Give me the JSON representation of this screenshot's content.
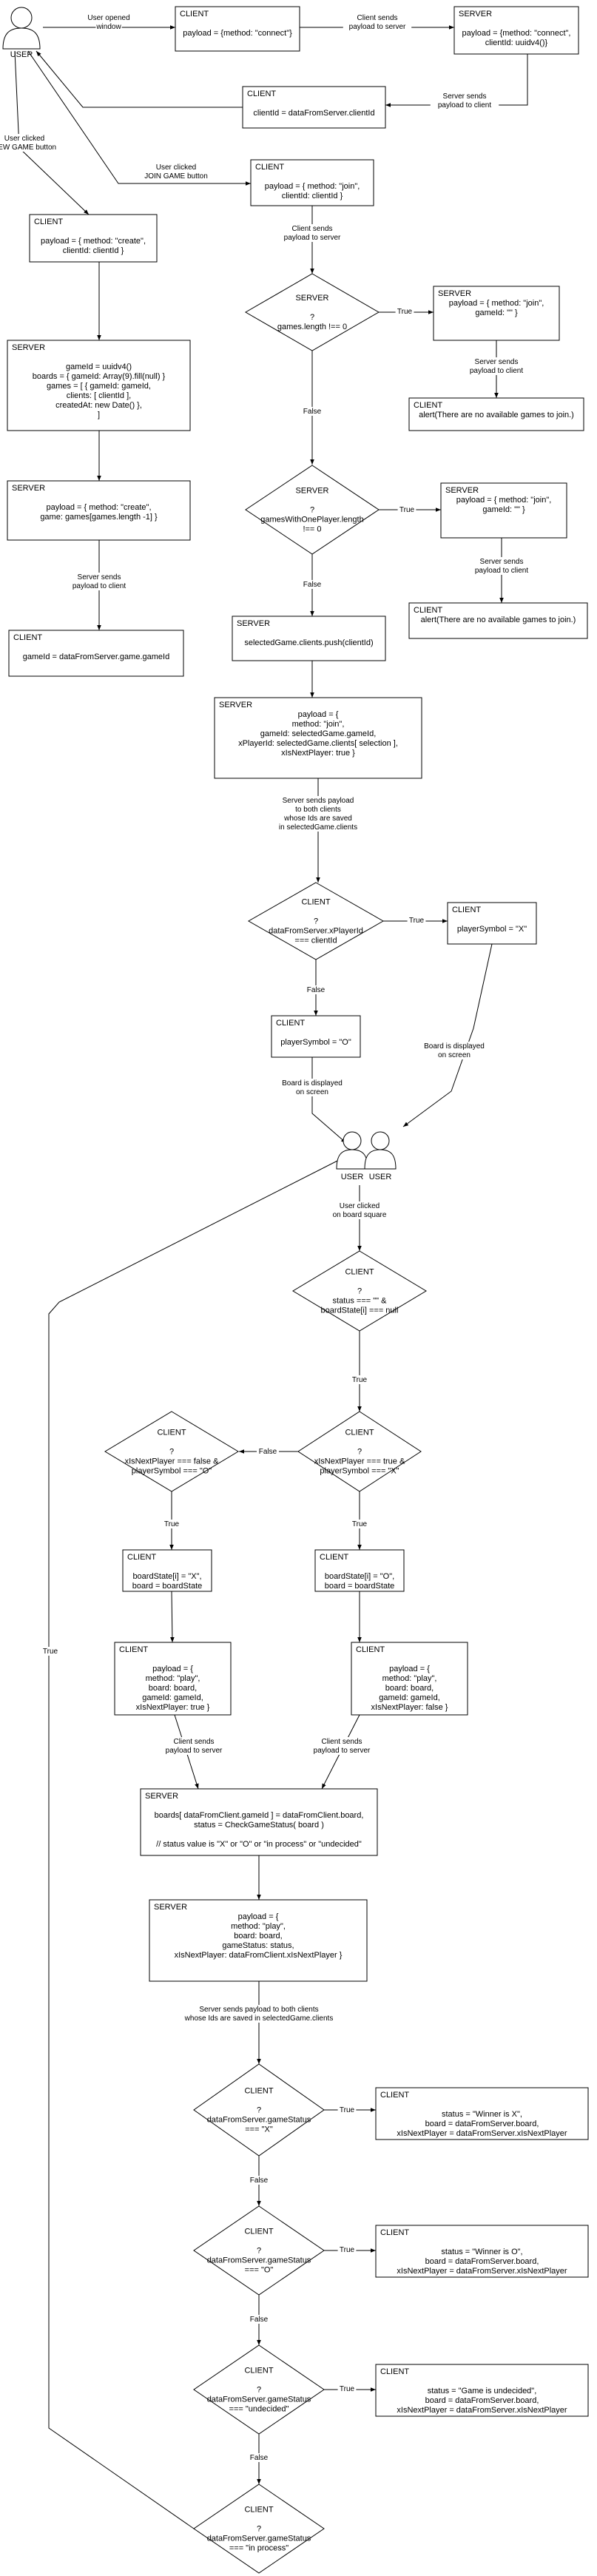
{
  "actors": {
    "top": "USER",
    "bottom_left": "USER",
    "bottom_right": "USER"
  },
  "nodes": {
    "client_connect": [
      "CLIENT",
      "",
      "payload = {method: \"connect\"}"
    ],
    "server_connect": [
      "SERVER",
      "",
      "payload = {method: \"connect\",",
      "clientId: uuidv4()}"
    ],
    "client_clientid": [
      "CLIENT",
      "",
      "clientId = dataFromServer.clientId"
    ],
    "client_join": [
      "CLIENT",
      "",
      "payload = { method: \"join\",",
      "clientId: clientId }"
    ],
    "server_games_len": [
      "SERVER",
      "",
      "?",
      "games.length !== 0"
    ],
    "server_join_empty1": [
      "SERVER",
      "payload = { method: \"join\",",
      "gameId: \"\" }"
    ],
    "client_alert1": [
      "CLIENT",
      "alert(There are no available games to join.)"
    ],
    "client_create": [
      "CLIENT",
      "",
      "payload = { method: \"create\",",
      "clientId: clientId }"
    ],
    "server_new_game": [
      "SERVER",
      "",
      "gameId = uuidv4()",
      "boards = { gameId: Array(9).fill(null) }",
      "games = [ { gameId: gameId,",
      "clients: [ clientId ],",
      "createdAt: new Date() },",
      "]"
    ],
    "server_create_payload": [
      "SERVER",
      "",
      "payload = { method: \"create\",",
      "game: games[games.length -1] }"
    ],
    "client_gameid": [
      "CLIENT",
      "",
      "gameId = dataFromServer.game.gameId"
    ],
    "server_one_player": [
      "SERVER",
      "",
      "?",
      "gamesWithOnePlayer.length",
      "!== 0"
    ],
    "server_join_empty2": [
      "SERVER",
      "payload = { method: \"join\",",
      "gameId: \"\" }"
    ],
    "client_alert2": [
      "CLIENT",
      "alert(There are no available games to join.)"
    ],
    "server_push": [
      "SERVER",
      "",
      "selectedGame.clients.push(clientId)"
    ],
    "server_join_payload": [
      "SERVER",
      "payload = {",
      "method: \"join\",",
      "gameId: selectedGame.gameId,",
      "xPlayerId: selectedGame.clients[ selection ],",
      "xIsNextPlayer: true }"
    ],
    "client_xplayer": [
      "CLIENT",
      "",
      "?",
      "dataFromServer.xPlayerId",
      "=== clientId"
    ],
    "client_symbol_x": [
      "CLIENT",
      "",
      "playerSymbol = \"X\""
    ],
    "client_symbol_o": [
      "CLIENT",
      "",
      "playerSymbol = \"O\""
    ],
    "client_status_empty": [
      "CLIENT",
      "",
      "?",
      "status === \"\" &",
      "boardState[i] === null"
    ],
    "client_x_next": [
      "CLIENT",
      "",
      "?",
      "xIsNextPlayer === true &",
      "playerSymbol === \"X\""
    ],
    "client_o_next": [
      "CLIENT",
      "",
      "?",
      "xIsNextPlayer === false &",
      "playerSymbol === \"O\""
    ],
    "client_board_x": [
      "CLIENT",
      "",
      "boardState[i] = \"X\",",
      "board = boardState"
    ],
    "client_board_o": [
      "CLIENT",
      "",
      "boardState[i] = \"O\",",
      "board = boardState"
    ],
    "client_play_true": [
      "CLIENT",
      "",
      "payload = {",
      "method: \"play\",",
      "board: board,",
      "gameId: gameId,",
      "xIsNextPlayer: true }"
    ],
    "client_play_false": [
      "CLIENT",
      "",
      "payload = {",
      "method: \"play\",",
      "board: board,",
      "gameId: gameId,",
      "xIsNextPlayer: false }"
    ],
    "server_boards": [
      "SERVER",
      "",
      "boards[ dataFromClient.gameId ] = dataFromClient.board,",
      "status = CheckGameStatus( board )",
      "",
      "// status value is \"X\" or \"O\" or \"in process\" or \"undecided\""
    ],
    "server_play_payload": [
      "SERVER",
      "payload = {",
      "method: \"play\",",
      "board: board,",
      "gameStatus: status,",
      "xIsNextPlayer: dataFromClient.xIsNextPlayer }"
    ],
    "client_status_x": [
      "CLIENT",
      "",
      "?",
      "dataFromServer.gameStatus",
      "=== \"X\""
    ],
    "client_winner_x": [
      "CLIENT",
      "",
      "status = \"Winner is X\",",
      "board = dataFromServer.board,",
      "xIsNextPlayer = dataFromServer.xIsNextPlayer"
    ],
    "client_status_o": [
      "CLIENT",
      "",
      "?",
      "dataFromServer.gameStatus",
      "=== \"O\""
    ],
    "client_winner_o": [
      "CLIENT",
      "",
      "status = \"Winner is O\",",
      "board = dataFromServer.board,",
      "xIsNextPlayer = dataFromServer.xIsNextPlayer"
    ],
    "client_status_undecided": [
      "CLIENT",
      "",
      "?",
      "dataFromServer.gameStatus",
      "=== \"undecided\""
    ],
    "client_undecided": [
      "CLIENT",
      "",
      "status = \"Game is undecided\",",
      "board = dataFromServer.board,",
      "xIsNextPlayer = dataFromServer.xIsNextPlayer"
    ],
    "client_status_process": [
      "CLIENT",
      "",
      "?",
      "dataFromServer.gameStatus",
      "=== \"in process\""
    ]
  },
  "edges": {
    "user_opened": [
      "User opened",
      "window"
    ],
    "client_sends_1": [
      "Client sends",
      "payload to server"
    ],
    "server_sends_1": [
      "Server sends",
      "payload to client"
    ],
    "user_new_game": [
      "User clicked",
      "NEW GAME button"
    ],
    "user_join_game": [
      "User clicked",
      "JOIN GAME button"
    ],
    "client_sends_2": [
      "Client sends",
      "payload to server"
    ],
    "client_sends_3": [
      "Client sends",
      "payload to server"
    ],
    "server_sends_2": [
      "Server sends",
      "payload to client"
    ],
    "server_sends_3": [
      "Server sends",
      "payload to client"
    ],
    "server_sends_4": [
      "Server sends",
      "payload to client"
    ],
    "server_sends_both": [
      "Server sends payload",
      "to both clients",
      "whose Ids are saved",
      "in selectedGame.clients"
    ],
    "board_displayed_1": [
      "Board is displayed",
      "on screen"
    ],
    "board_displayed_2": [
      "Board is displayed",
      "on screen"
    ],
    "user_clicked_square": [
      "User clicked",
      "on board square"
    ],
    "client_sends_4": [
      "Client sends",
      "payload to server"
    ],
    "client_sends_5": [
      "Client sends",
      "payload to server"
    ],
    "server_sends_both_2": [
      "Server sends payload to both clients",
      "whose Ids are saved in selectedGame.clients"
    ],
    "true": "True",
    "false": "False"
  },
  "colors": {
    "stroke": "#000000",
    "fill": "#ffffff"
  }
}
